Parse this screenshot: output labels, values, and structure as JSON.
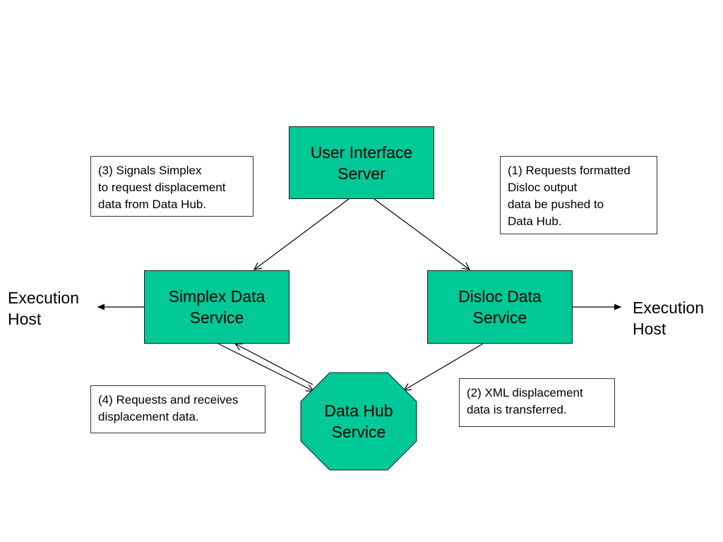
{
  "nodes": {
    "user_interface_server": {
      "line1": "User Interface",
      "line2": "Server"
    },
    "simplex_data_service": {
      "line1": "Simplex Data",
      "line2": "Service"
    },
    "disloc_data_service": {
      "line1": "Disloc Data",
      "line2": "Service"
    },
    "data_hub_service": {
      "line1": "Data Hub",
      "line2": "Service"
    }
  },
  "hosts": {
    "left": {
      "line1": "Execution",
      "line2": "Host"
    },
    "right": {
      "line1": "Execution",
      "line2": "Host"
    }
  },
  "notes": {
    "step1": {
      "lines": [
        "(1) Requests formatted",
        "Disloc output",
        "data be pushed to",
        "Data Hub."
      ]
    },
    "step2": {
      "lines": [
        "(2) XML displacement",
        "data is transferred."
      ]
    },
    "step3": {
      "lines": [
        "(3) Signals Simplex",
        "to request displacement",
        "data from Data Hub."
      ]
    },
    "step4": {
      "lines": [
        "(4) Requests and receives",
        "displacement data."
      ]
    }
  },
  "colors": {
    "node_fill": "#00c896",
    "border": "#1a1a1a",
    "arrow": "#000000"
  }
}
